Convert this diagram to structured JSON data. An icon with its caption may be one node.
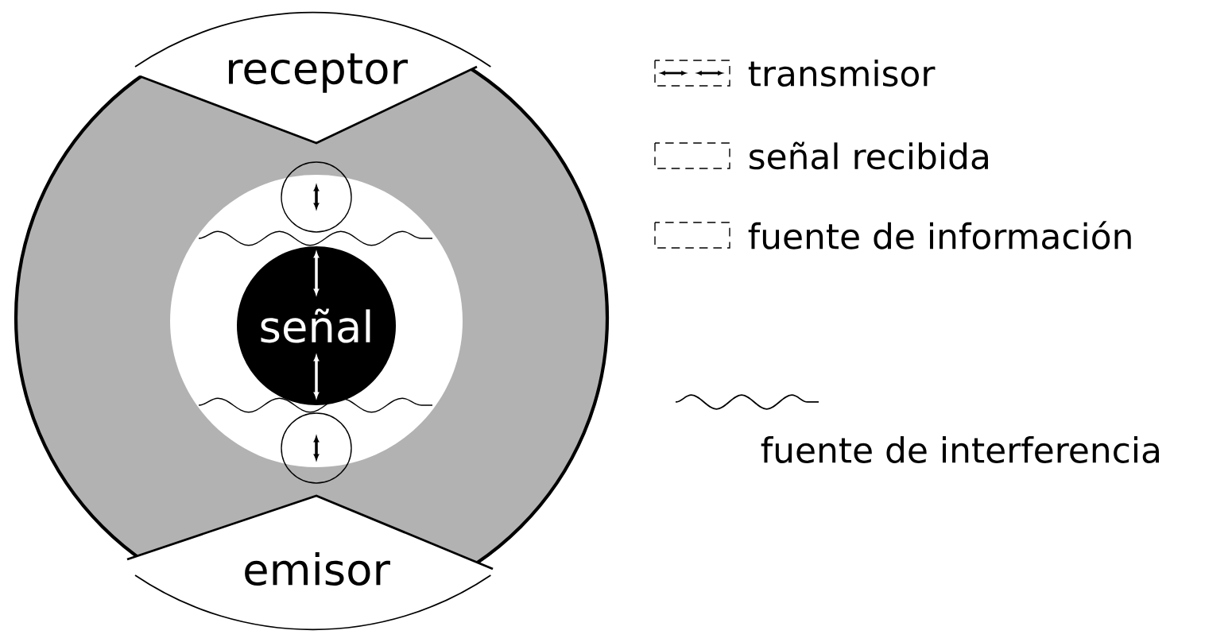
{
  "diagram": {
    "nodes": [
      {
        "text": [
          "receptor"
        ]
      },
      {
        "text": [
          "señal"
        ]
      },
      {
        "text": [
          "emisor"
        ]
      }
    ],
    "legend": [
      {
        "text": "transmisor"
      },
      {
        "text": "señal recibida"
      },
      {
        "text": "fuente de información"
      },
      {
        "text": "fuente de interferencia"
      }
    ]
  }
}
